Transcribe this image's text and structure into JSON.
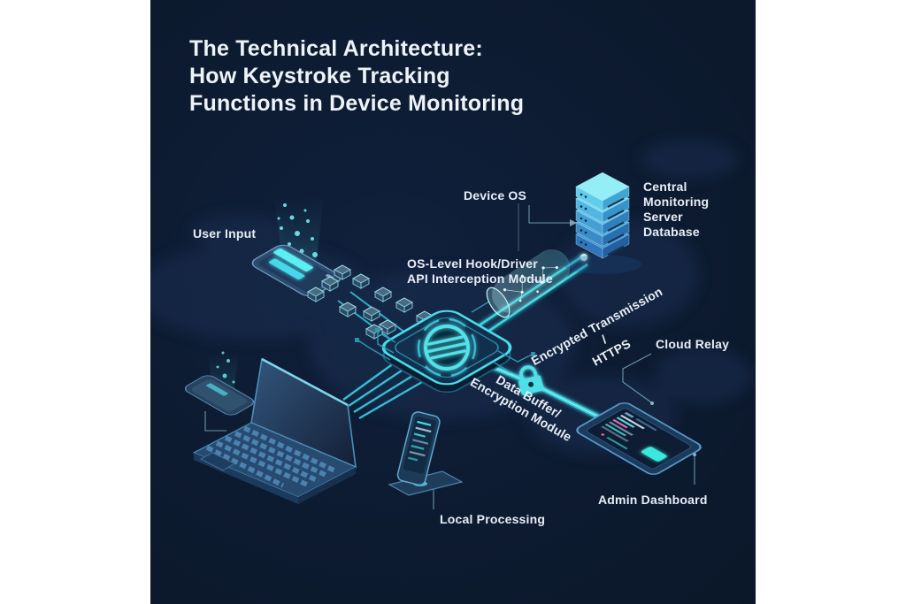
{
  "title": {
    "text": "The Technical Architecture:\nHow Keystroke Tracking\nFunctions in Device Monitoring"
  },
  "labels": {
    "user_input": "User Input",
    "device_os": "Device OS",
    "central_server": "Central\nMonitoring\nServer\nDatabase",
    "hook_module": "OS-Level Hook/Driver\nAPI Interception Module",
    "encrypted_transmission": "Encrypted Transmission /\nHTTPS",
    "cloud_relay": "Cloud Relay",
    "data_buffer": "Data Buffer/\nEncryption Module",
    "admin_dashboard": "Admin Dashboard",
    "local_processing": "Local Processing"
  },
  "icons": [
    "smartphone-icon",
    "keystroke-cube-icon",
    "interception-chip-icon",
    "pipeline-cylinder-icon",
    "server-stack-icon",
    "padlock-icon",
    "tablet-dashboard-icon",
    "laptop-icon",
    "standing-phone-icon",
    "world-map-background"
  ],
  "colors": {
    "panel_background": "#0d1b31",
    "accent_cyan": "#45dce6",
    "glow_cyan": "#8ef0f4",
    "server_top": "#93eef6",
    "server_bottom": "#2260a2",
    "device_blue": "#2c5c8a",
    "label_text": "#e8eef6",
    "title_text": "#eef3f8",
    "dashboard_pink": "#e668b0"
  }
}
